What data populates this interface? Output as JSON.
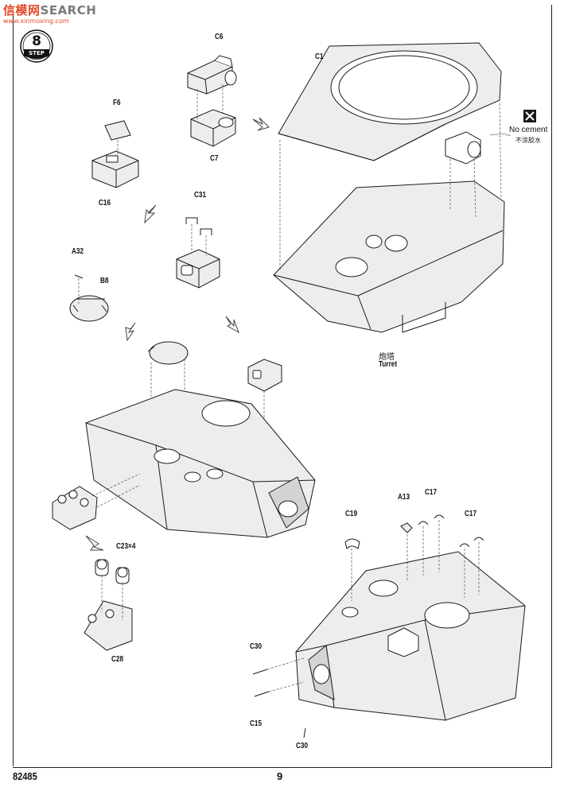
{
  "watermark": {
    "title_red": "信模网",
    "title_grey": "SEARCH",
    "subtitle": "www.xinmoxing.com"
  },
  "step": {
    "label": "STEP",
    "number": "8"
  },
  "notice": {
    "text_en": "No cement",
    "text_cn": "不涂胶水"
  },
  "assembly": {
    "name_cn": "炮塔",
    "name_en": "Turret"
  },
  "parts": {
    "c6": "C6",
    "c7": "C7",
    "c1": "C1",
    "f6": "F6",
    "c16": "C16",
    "c31": "C31",
    "a32": "A32",
    "b8": "B8",
    "c19": "C19",
    "a13": "A13",
    "c17_a": "C17",
    "c17_b": "C17",
    "c23": "C23×4",
    "c28": "C28",
    "c30_a": "C30",
    "c15": "C15",
    "c30_b": "C30"
  },
  "footer": {
    "catalog_number": "82485",
    "page_number": "9"
  },
  "colors": {
    "line": "#1a1a1a",
    "plastic_fill": "#ededed",
    "watermark_red": "#e34a2a"
  }
}
